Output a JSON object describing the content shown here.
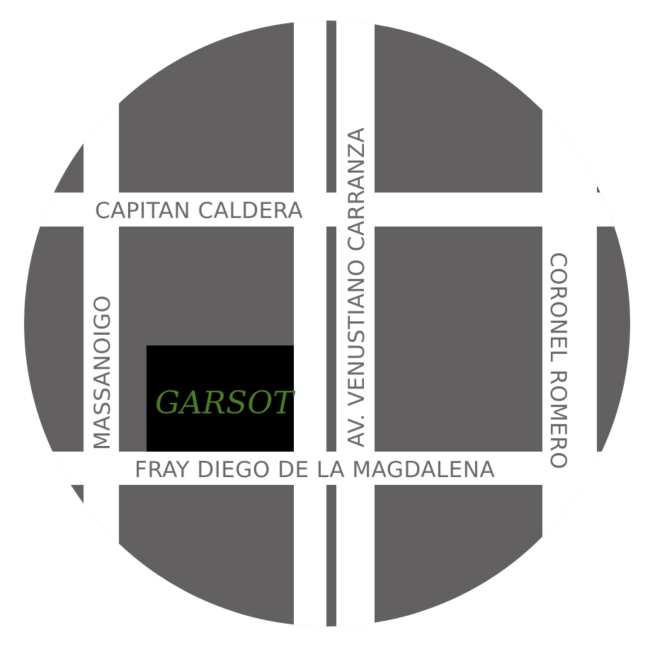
{
  "map": {
    "colors": {
      "background": "#ffffff",
      "blocks": "#626061",
      "streets": "#ffffff",
      "highlight_block": "#000000",
      "highlight_text": "#4f7a28",
      "street_text": "#6a6869"
    },
    "highlight": {
      "label": "GARSOT"
    },
    "streets": {
      "capitan_caldera": "CAPITAN CALDERA",
      "fray_diego": "FRAY DIEGO DE LA MAGDALENA",
      "left_vertical": "MASSANOIGO",
      "middle_vertical": "AV. VENUSTIANO CARRANZA",
      "right_vertical": "CORONEL ROMERO"
    }
  }
}
